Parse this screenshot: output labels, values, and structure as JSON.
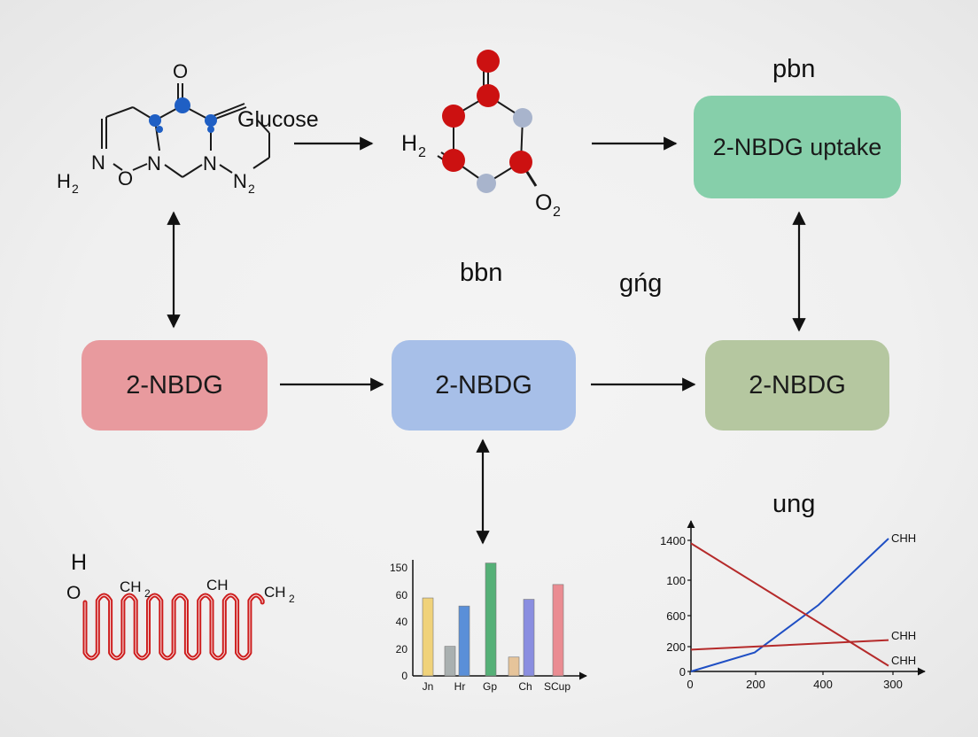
{
  "labels": {
    "top_right": "pbn",
    "middle": "bbn",
    "middle_right": "gńg",
    "chart_title": "ung"
  },
  "boxes": {
    "left": "2-NBDG",
    "center": "2-NBDG",
    "right": "2-NBDG",
    "top_right": "2-NBDG uptake"
  },
  "molecule_left": {
    "o_top": "O",
    "glucose": "Glucose",
    "n1": "N",
    "n2": "N",
    "n3": "N",
    "o": "O",
    "h2": "H",
    "h2_sub": "2",
    "n2_label": "N",
    "n2_sub": "2"
  },
  "molecule_center": {
    "h2": "H",
    "h2_sub": "2",
    "o2": "O",
    "o2_sub": "2"
  },
  "polymer": {
    "h": "H",
    "o": "O",
    "ch2_a": "CH",
    "ch2_a_sub": "2",
    "ch": "CH",
    "ch2_b": "CH",
    "ch2_b_sub": "2"
  },
  "colors": {
    "atom_red": "#cc1111",
    "atom_blue": "#1f5fc4",
    "atom_grey": "#a8b4cc",
    "polymer_red": "#cc1a1a"
  },
  "chart_data": [
    {
      "type": "bar",
      "categories": [
        "Jn",
        "Hr",
        "Gp",
        "Ch",
        "SCup"
      ],
      "y_ticks": [
        "0",
        "20",
        "40",
        "60",
        "150"
      ],
      "series_values": [
        58,
        22,
        52,
        84,
        14,
        57,
        68
      ],
      "series_colors": [
        "#f0d27a",
        "#a9b0b0",
        "#5a8fd8",
        "#55b077",
        "#e6c49a",
        "#8a8ee0",
        "#ea8c92"
      ],
      "grid": false,
      "legend": "none"
    },
    {
      "type": "line",
      "y_ticks": [
        "0",
        "200",
        "600",
        "100",
        "1400"
      ],
      "x_ticks": [
        "0",
        "200",
        "400",
        "300"
      ],
      "series": [
        {
          "name": "CHH",
          "color": "#1f4fc4",
          "points": [
            [
              0,
              0
            ],
            [
              200,
              200
            ],
            [
              400,
              700
            ],
            [
              620,
              1400
            ]
          ]
        },
        {
          "name": "CHH",
          "color": "#b52a2a",
          "points": [
            [
              0,
              230
            ],
            [
              620,
              330
            ]
          ]
        },
        {
          "name": "CHH",
          "color": "#b52a2a",
          "points": [
            [
              0,
              1350
            ],
            [
              620,
              60
            ]
          ]
        }
      ],
      "grid": false
    }
  ]
}
